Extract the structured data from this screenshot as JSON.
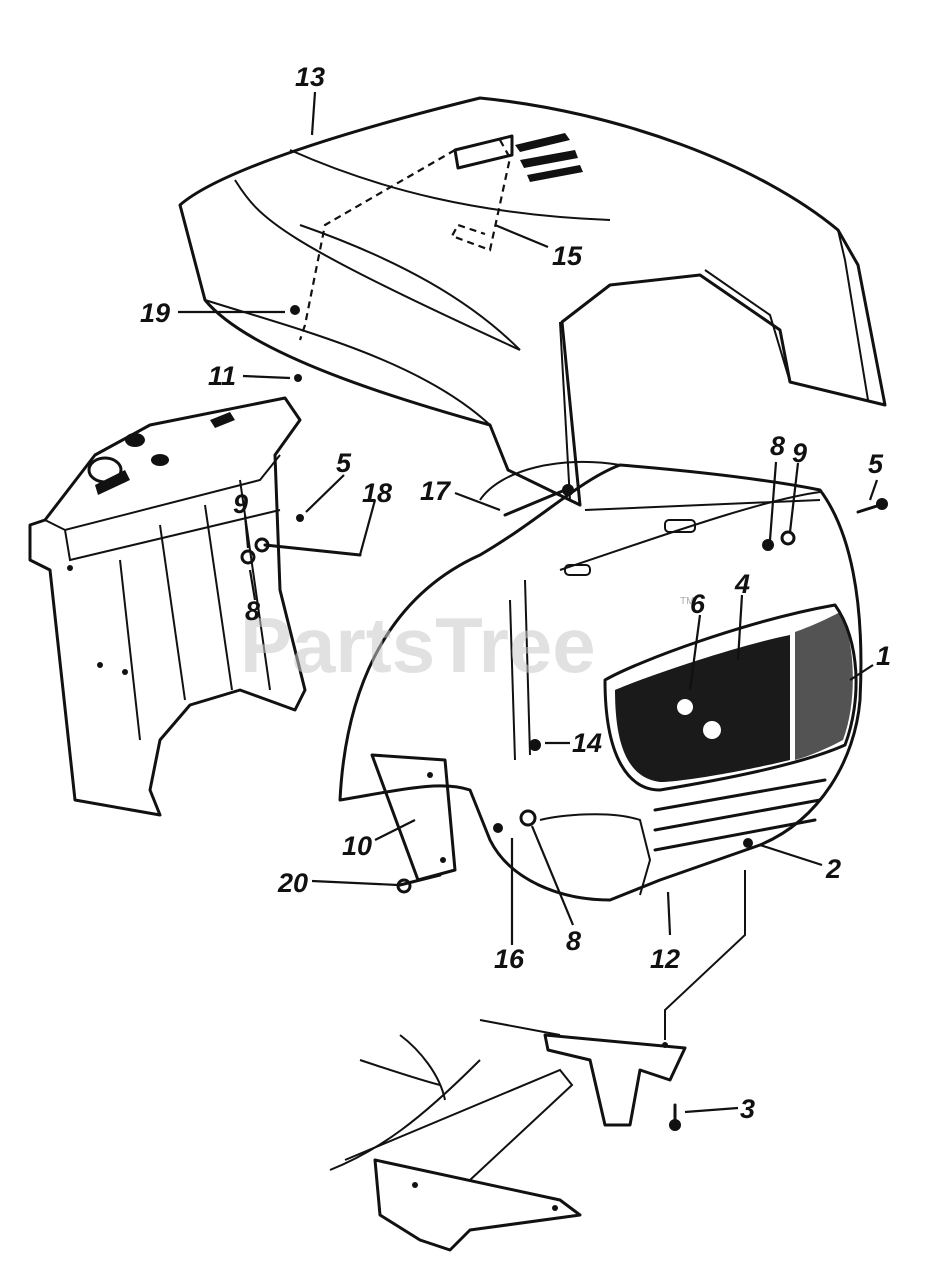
{
  "watermark": "PartsTree",
  "trademark": "TM",
  "callouts": {
    "c13": "13",
    "c15": "15",
    "c19": "19",
    "c11": "11",
    "c17": "17",
    "c8a": "8",
    "c9a": "9",
    "c5a": "5",
    "c5b": "5",
    "c18": "18",
    "c9b": "9",
    "c8b": "8",
    "c6": "6",
    "c4": "4",
    "c1": "1",
    "c14": "14",
    "c10": "10",
    "c2": "2",
    "c20": "20",
    "c16": "16",
    "c8c": "8",
    "c12": "12",
    "c3": "3"
  }
}
